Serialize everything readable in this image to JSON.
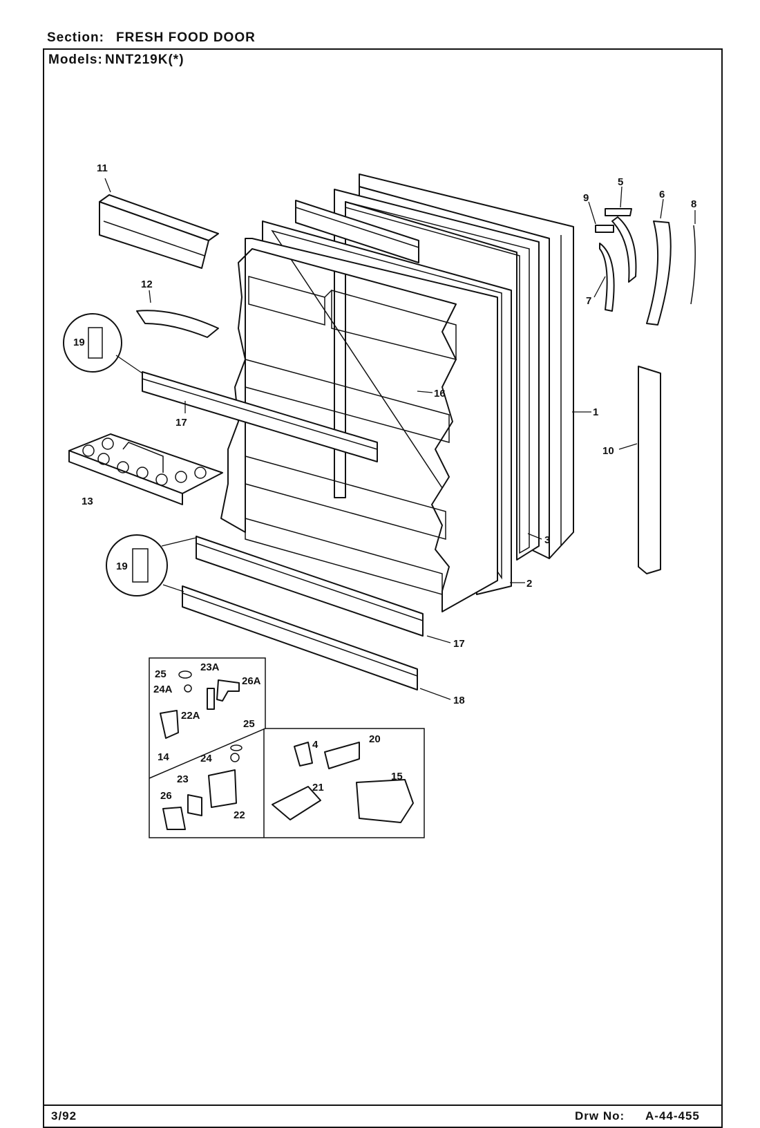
{
  "header": {
    "section_label": "Section:",
    "section_value": "FRESH FOOD DOOR",
    "models_label": "Models:",
    "models_value": "NNT219K(*)"
  },
  "footer": {
    "date": "3/92",
    "drawing_label": "Drw No:",
    "drawing_number": "A-44-455"
  },
  "callouts": {
    "c1": "1",
    "c2": "2",
    "c3": "3",
    "c4": "4",
    "c5": "5",
    "c6": "6",
    "c7": "7",
    "c8": "8",
    "c9": "9",
    "c10": "10",
    "c11": "11",
    "c12": "12",
    "c13": "13",
    "c14": "14",
    "c15": "15",
    "c16": "16",
    "c17a": "17",
    "c17b": "17",
    "c18": "18",
    "c19a": "19",
    "c19b": "19",
    "c20": "20",
    "c21": "21",
    "c22": "22",
    "c22a": "22A",
    "c23": "23",
    "c23a": "23A",
    "c24": "24",
    "c24a": "24A",
    "c25a": "25",
    "c25b": "25",
    "c26": "26",
    "c26a": "26A"
  }
}
